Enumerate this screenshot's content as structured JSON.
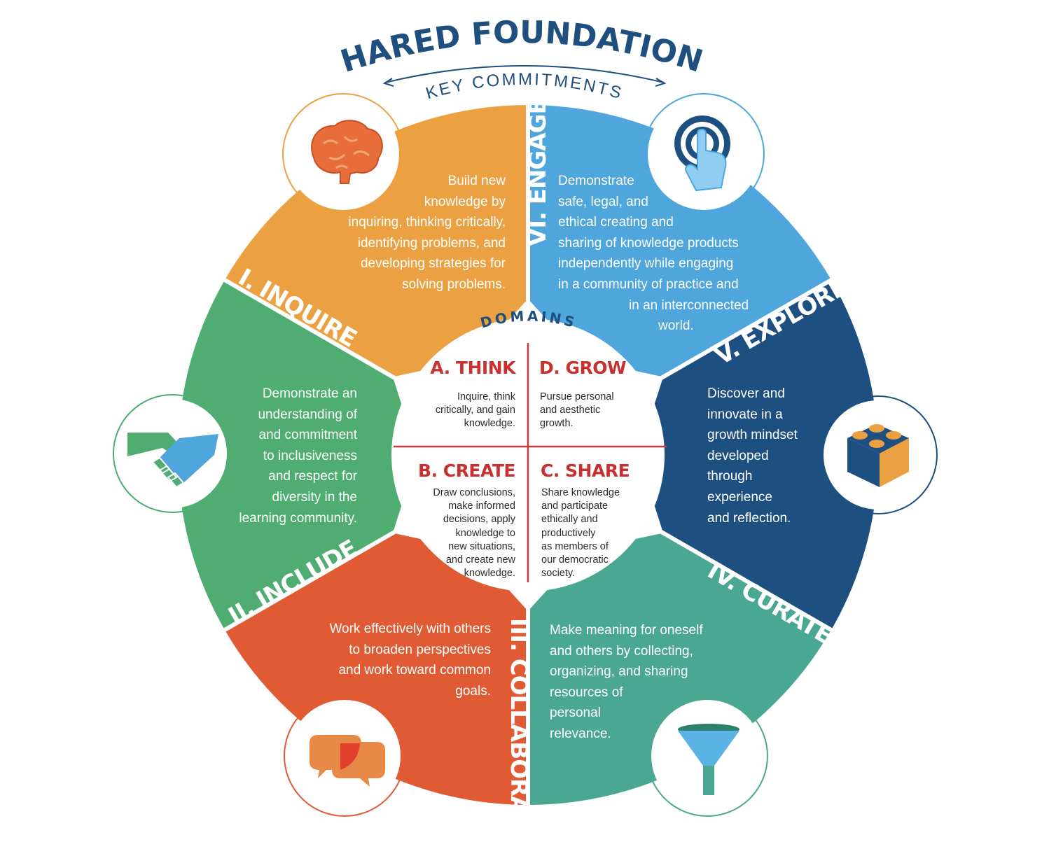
{
  "header": {
    "title": "SHARED FOUNDATIONS",
    "subtitle": "KEY COMMITMENTS"
  },
  "center": {
    "label": "DOMAINS",
    "domains": [
      {
        "title": "A. THINK",
        "desc": [
          "Inquire, think",
          "critically, and gain",
          "knowledge."
        ]
      },
      {
        "title": "D. GROW",
        "desc": [
          "Pursue personal",
          "and aesthetic",
          "growth."
        ]
      },
      {
        "title": "B. CREATE",
        "desc": [
          "Draw conclusions,",
          "make informed",
          "decisions, apply",
          "knowledge to",
          "new situations,",
          "and create new",
          "knowledge."
        ]
      },
      {
        "title": "C. SHARE",
        "desc": [
          "Share knowledge",
          "and participate",
          "ethically and",
          "productively",
          "as members of",
          "our democratic",
          "society."
        ]
      }
    ]
  },
  "segments": [
    {
      "name": "I. INQUIRE",
      "color": "#eba142",
      "icon": "brain-icon",
      "text": [
        "Build new",
        "knowledge by",
        "inquiring, thinking critically,",
        "identifying problems, and",
        "developing strategies for",
        "solving problems."
      ]
    },
    {
      "name": "II. INCLUDE",
      "color": "#4fad72",
      "icon": "handshake-icon",
      "text": [
        "Demonstrate an",
        "understanding of",
        "and commitment",
        "to inclusiveness",
        "and respect for",
        "diversity in the",
        "learning community."
      ]
    },
    {
      "name": "III. COLLABORATE",
      "color": "#e05a34",
      "icon": "speech-bubbles-icon",
      "text": [
        "Work effectively with others",
        "to broaden perspectives",
        "and work toward common",
        "goals."
      ]
    },
    {
      "name": "IV. CURATE",
      "color": "#4aa892",
      "icon": "funnel-icon",
      "text": [
        "Make meaning for oneself",
        "and others by collecting,",
        "organizing, and sharing",
        "resources of",
        "personal",
        "relevance."
      ]
    },
    {
      "name": "V. EXPLORE",
      "color": "#1d4f80",
      "icon": "building-block-icon",
      "text": [
        "Discover and",
        "innovate in a",
        "growth mindset",
        "developed",
        "through",
        "experience",
        "and reflection."
      ]
    },
    {
      "name": "VI. ENGAGE",
      "color": "#4ea6dc",
      "icon": "touch-icon",
      "text": [
        "Demonstrate",
        "safe, legal, and",
        "ethical creating and",
        "sharing of knowledge products",
        "independently while engaging",
        "in a community of practice and",
        "in an interconnected",
        "world."
      ]
    }
  ],
  "colors": {
    "title": "#1f4f7e",
    "domain_title": "#c8312f",
    "divider": "#d0383a"
  }
}
